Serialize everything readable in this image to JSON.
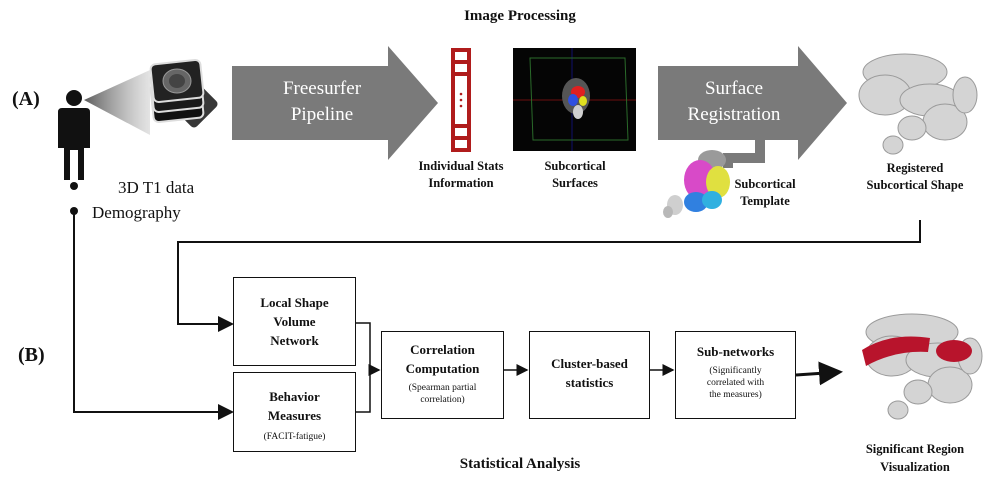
{
  "titles": {
    "top": "Image Processing",
    "bottom": "Statistical Analysis"
  },
  "panels": {
    "a": "(A)",
    "b": "(B)"
  },
  "input": {
    "line1": "3D T1 data",
    "line2": "Demography"
  },
  "pipeline": {
    "freesurfer": [
      "Freesurfer",
      "Pipeline"
    ],
    "registration": [
      "Surface",
      "Registration"
    ]
  },
  "labels": {
    "stats": [
      "Individual Stats",
      "Information"
    ],
    "surfaces": [
      "Subcortical",
      "Surfaces"
    ],
    "template": [
      "Subcortical",
      "Template"
    ],
    "registered": [
      "Registered",
      "Subcortical Shape"
    ],
    "significant": [
      "Significant Region",
      "Visualization"
    ]
  },
  "boxes": {
    "local": {
      "title": [
        "Local Shape",
        "Volume",
        "Network"
      ]
    },
    "behavior": {
      "title": [
        "Behavior",
        "Measures"
      ],
      "sub": "(FACIT-fatigue)"
    },
    "correlation": {
      "title": [
        "Correlation",
        "Computation"
      ],
      "sub": [
        "(Spearman partial",
        "correlation)"
      ]
    },
    "cluster": {
      "title": [
        "Cluster-based",
        "statistics"
      ]
    },
    "subnet": {
      "title": [
        "Sub-networks"
      ],
      "sub": [
        "(Significantly",
        "correlated with",
        "the measures)"
      ]
    }
  },
  "colors": {
    "arrow_gray": "#7a7a7a",
    "stats_red": "#b01c1c",
    "highlight_red": "#b8142c"
  }
}
